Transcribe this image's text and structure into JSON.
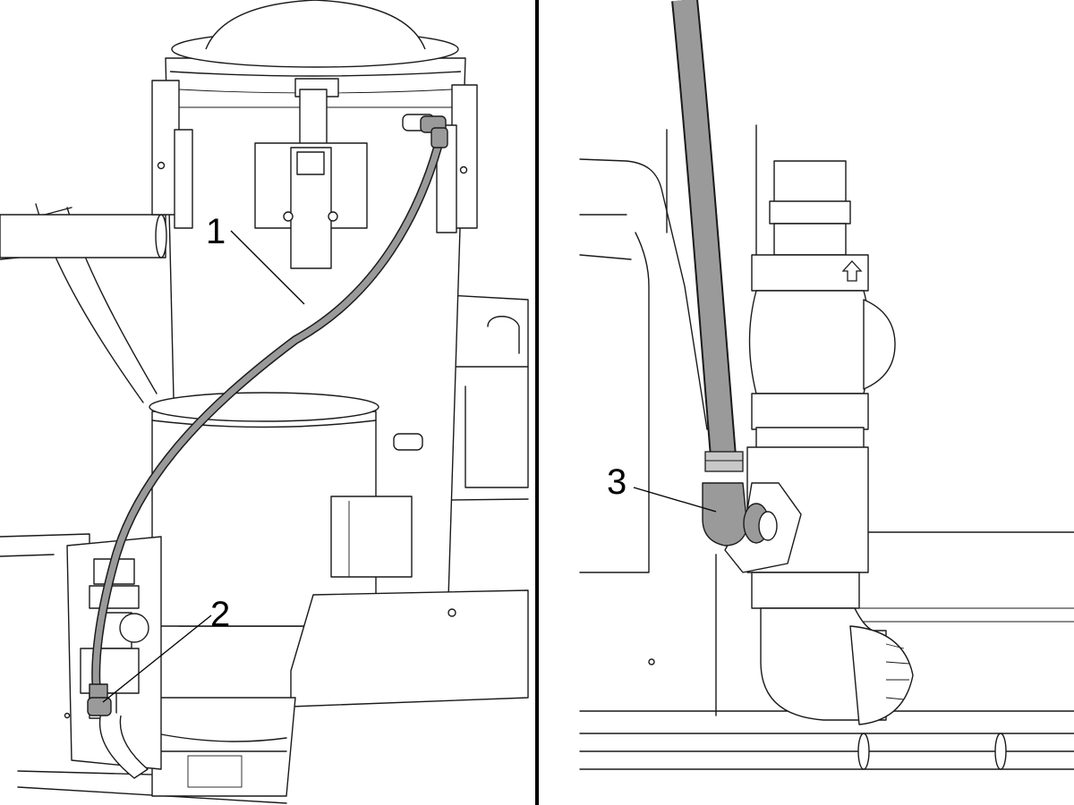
{
  "callouts": [
    {
      "id": "1",
      "label": "1"
    },
    {
      "id": "2",
      "label": "2"
    },
    {
      "id": "3",
      "label": "3"
    }
  ],
  "icons": {
    "flow_arrow": "up-arrow-icon"
  }
}
